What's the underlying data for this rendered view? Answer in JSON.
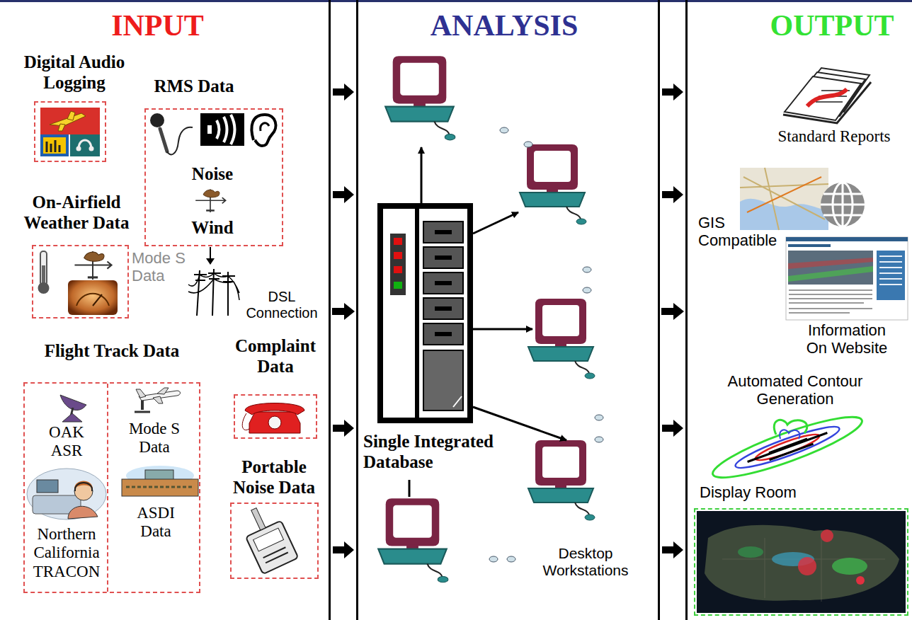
{
  "diagram": {
    "nodes": [
      {
        "text": [
          "INPUT"
        ]
      },
      {
        "text": [
          "Digital Audio Logging"
        ],
        "in": 0
      },
      {
        "text": [
          "RMS Data",
          "Noise",
          "Wind"
        ],
        "in": 0
      },
      {
        "text": [
          "On-Airfield Weather Data"
        ],
        "in": 0
      },
      {
        "text": [
          "Flight Track Data"
        ],
        "in": 0
      },
      {
        "text": [
          "OAK ASR",
          "Northern California TRACON"
        ],
        "in": 4
      },
      {
        "text": [
          "Mode S Data",
          "ASDI Data"
        ],
        "in": 4
      },
      {
        "text": [
          "Complaint Data"
        ],
        "in": 0
      },
      {
        "text": [
          "Portable Noise Data"
        ],
        "in": 0
      },
      {
        "text": [
          "ANALYSIS"
        ]
      },
      {
        "text": [
          "Single Integrated Database"
        ],
        "in": 9
      },
      {
        "text": [
          "OUTPUT"
        ]
      },
      {
        "text": [
          "Display Room"
        ],
        "in": 11
      }
    ],
    "edges": [
      {
        "from": 0,
        "to": 9,
        "arrow": "to"
      },
      {
        "from": 9,
        "to": 11,
        "arrow": "to"
      }
    ],
    "labels": [
      "Mode S Data",
      "DSL Connection",
      "Desktop Workstations",
      "Standard Reports",
      "GIS Compatible",
      "Information On Website",
      "Automated Contour Generation"
    ]
  }
}
